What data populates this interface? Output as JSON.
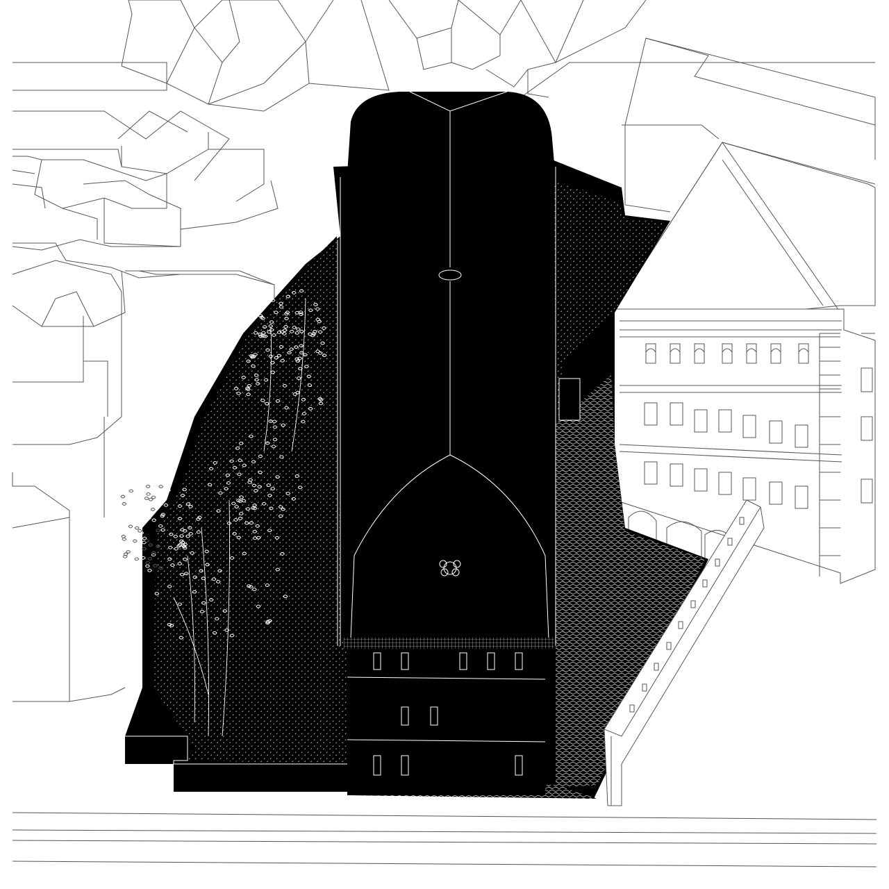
{
  "drawing": {
    "kind": "axonometric site drawing",
    "palette": {
      "background": "#ffffff",
      "linework": "#555555",
      "mass": "#000000",
      "reverse_line": "#ffffff"
    },
    "elements": [
      "context-buildings",
      "courtyard-paving",
      "church-roof",
      "church-facade",
      "trees",
      "neighbour-palazzo",
      "arcade-wing",
      "street-edge"
    ]
  }
}
